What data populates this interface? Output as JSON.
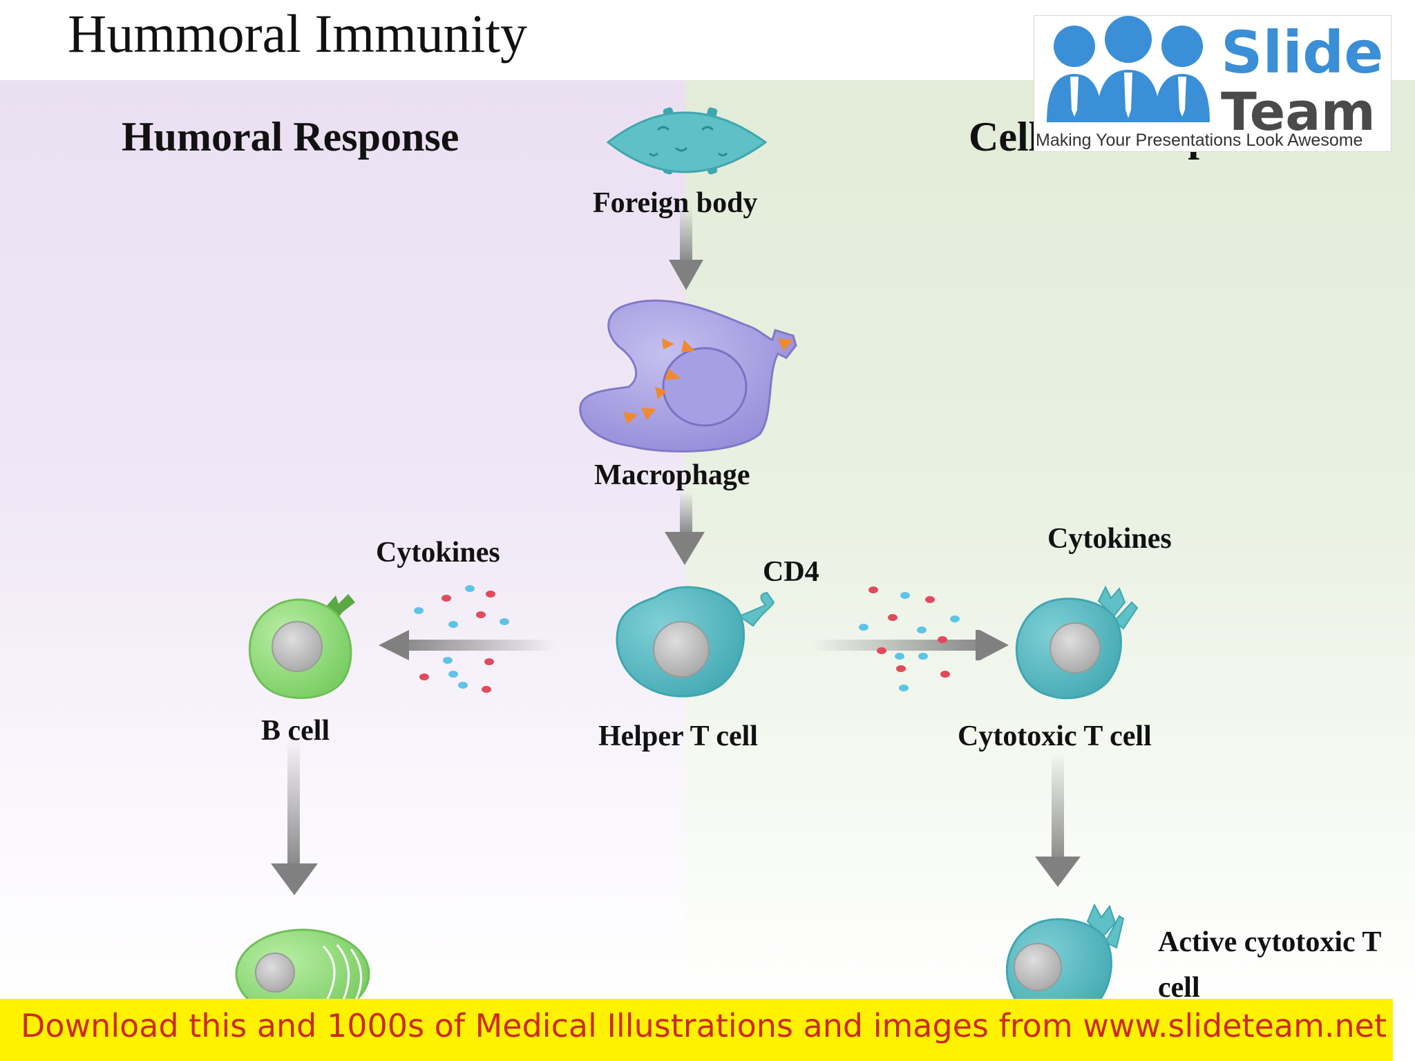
{
  "title": "Hummoral Immunity",
  "sections": {
    "humoral": "Humoral Response",
    "cellular": "Cellular Response"
  },
  "labels": {
    "foreign_body": "Foreign body",
    "macrophage": "Macrophage",
    "cytokines_left": "Cytokines",
    "cytokines_right": "Cytokines",
    "cd4": "CD4",
    "b_cell": "B cell",
    "helper_t_cell": "Helper T cell",
    "cytotoxic_t_cell": "Cytotoxic T cell",
    "active_cytotoxic_line1": "Active cytotoxic T",
    "active_cytotoxic_line2": "cell"
  },
  "logo": {
    "word1": "Slide",
    "word2": "Team",
    "tagline": "Making Your Presentations Look Awesome"
  },
  "banner": {
    "text": "Download this and 1000s of Medical Illustrations and images from www.slideteam.net"
  },
  "colors": {
    "humoral_bg": "#ebe0f2",
    "cellular_bg": "#e2ecd8",
    "t_cell": "#58bcc4",
    "b_cell": "#8ed877",
    "macrophage": "#a59ee0",
    "particles": "#f08a30",
    "arrow": "#777777",
    "banner_bg": "#fff200",
    "banner_text": "#cc2a1e",
    "logo_blue": "#3a8fd6"
  }
}
